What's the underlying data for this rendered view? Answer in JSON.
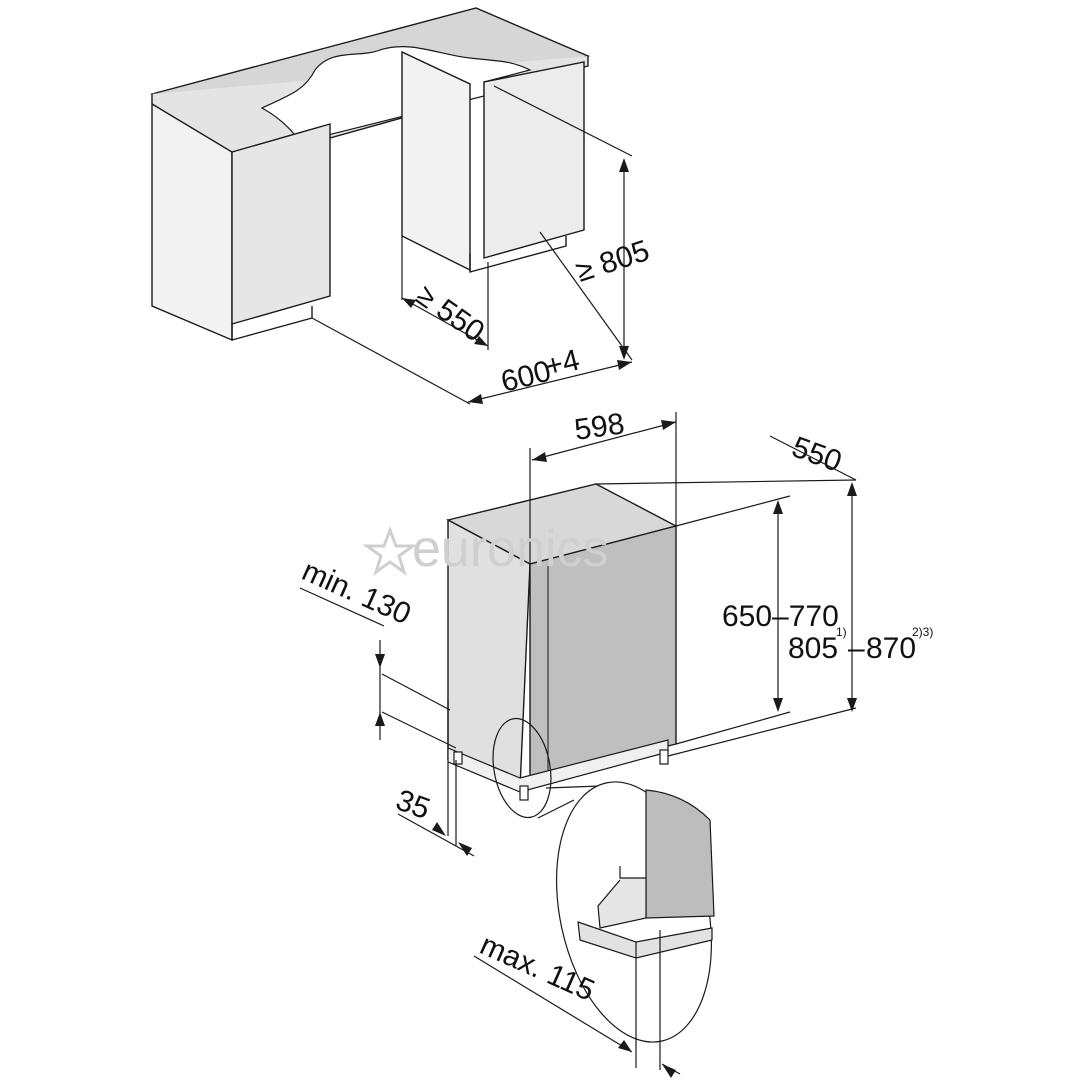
{
  "watermark": {
    "text": "euronics",
    "icon": "star-icon"
  },
  "niche": {
    "height_label": "≥ 805",
    "depth_label": "≥ 550",
    "width_label": "600",
    "width_tolerance": "+4"
  },
  "appliance": {
    "width_label": "598",
    "depth_label": "550",
    "door_height_label": "650–770",
    "overall_height_min": "805",
    "overall_height_min_note": "1)",
    "overall_height_max": "870",
    "overall_height_max_note": "2)3)",
    "plinth_min_label": "min. 130",
    "plinth_label": "35",
    "max_label": "max. 115"
  },
  "colors": {
    "line": "#1a1a1a",
    "counter_top": "#d4d4d4",
    "cabinet": "#ececec",
    "side": "#dcdcdc",
    "door": "#bdbdbd",
    "watermark": "#cfcfcf"
  }
}
